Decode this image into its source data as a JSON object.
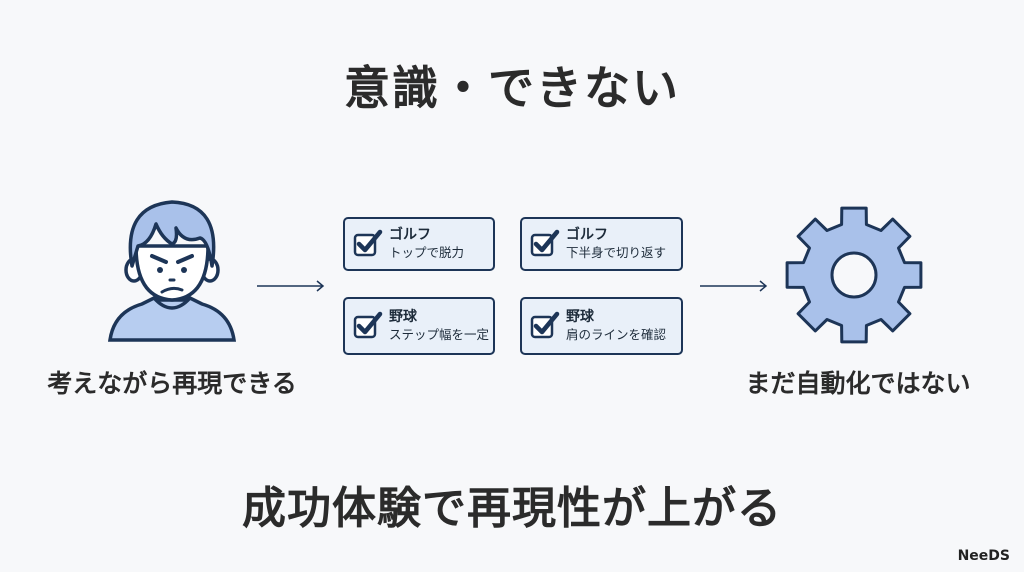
{
  "title": "意識・できない",
  "left": {
    "label": "考えながら再現できる",
    "icon": "person-icon"
  },
  "right": {
    "label": "まだ自動化ではない",
    "icon": "gear-icon"
  },
  "cards": [
    {
      "sport": "ゴルフ",
      "tip": "トップで脱力"
    },
    {
      "sport": "ゴルフ",
      "tip": "下半身で切り返す"
    },
    {
      "sport": "野球",
      "tip": "ステップ幅を一定"
    },
    {
      "sport": "野球",
      "tip": "肩のラインを確認"
    }
  ],
  "bottom": "成功体験で再現性が上がる",
  "brand": "NeeDS",
  "colors": {
    "navy": "#1d3557",
    "fill": "#a9c1ea",
    "card": "#e9f0f9"
  }
}
